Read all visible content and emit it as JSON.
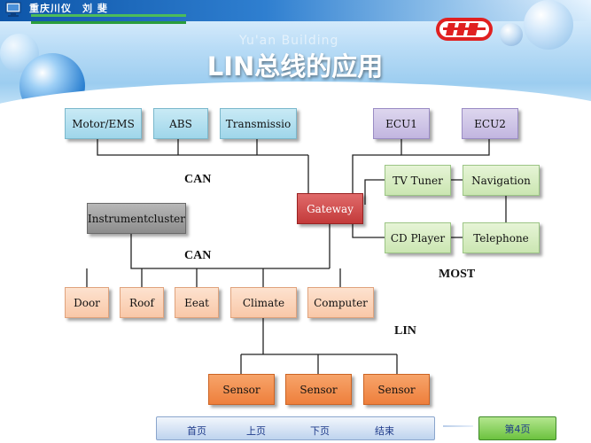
{
  "header": {
    "tag": "重庆川仪　刘 斐",
    "watermark": "Yu'an Building",
    "title": "LIN总线的应用"
  },
  "diagram": {
    "nodes": {
      "motor_ems": "Motor/EMS",
      "abs": "ABS",
      "transmission": "Transmissio",
      "ecu1": "ECU1",
      "ecu2": "ECU2",
      "tv_tuner": "TV Tuner",
      "navigation": "Navigation",
      "gateway": "Gateway",
      "instrumentcluster": "Instrumentcluster",
      "cd_player": "CD Player",
      "telephone": "Telephone",
      "door": "Door",
      "roof": "Roof",
      "eat": "Eeat",
      "climate": "Climate",
      "computer": "Computer",
      "sensor1": "Sensor",
      "sensor2": "Sensor",
      "sensor3": "Sensor"
    },
    "bus_labels": {
      "can_top": "CAN",
      "can_mid": "CAN",
      "most": "MOST",
      "lin": "LIN"
    }
  },
  "footer": {
    "nav": [
      "首页",
      "上页",
      "下页",
      "结束"
    ],
    "page_indicator": "第4页"
  },
  "colors": {
    "header_blue": "#2f7fd0",
    "gateway_red": "#c33a3a",
    "sensor_orange": "#ee7f3c"
  }
}
